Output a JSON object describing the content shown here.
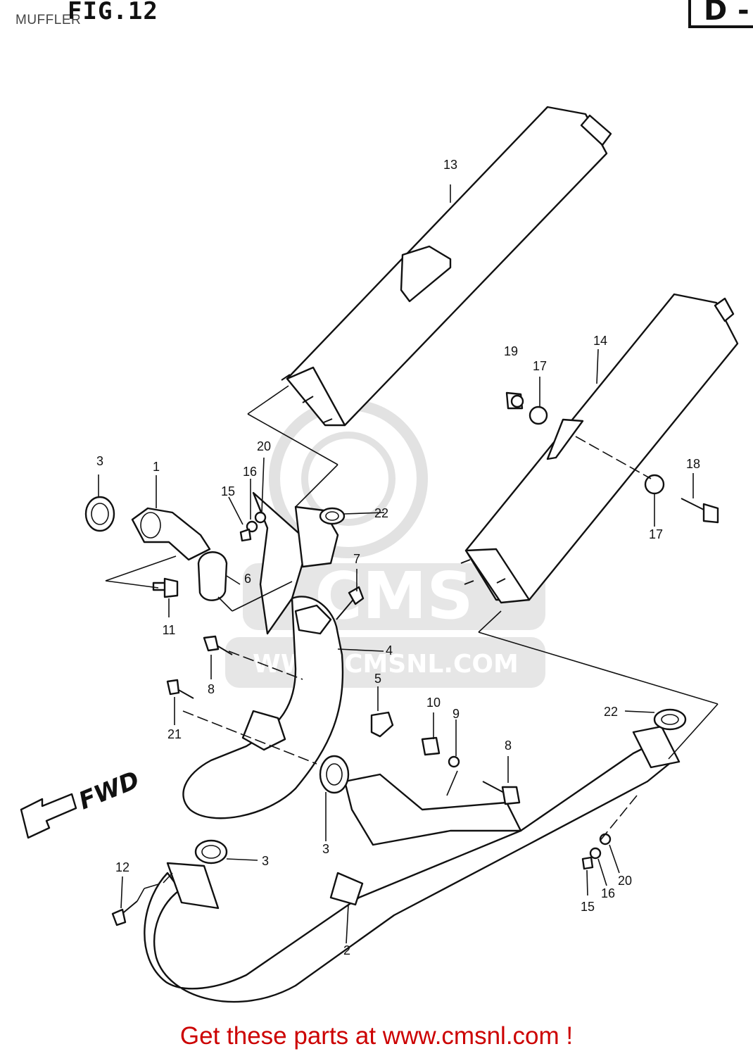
{
  "header": {
    "page_label": "MUFFLER",
    "figure_title": "FIG.12",
    "section_letter": "D",
    "section_dash": "-"
  },
  "diagram": {
    "fwd_label": "FWD",
    "watermark": {
      "brand": "CMS",
      "url": "WWW.CMSNL.COM"
    },
    "callouts": {
      "c1": "1",
      "c2": "2",
      "c3a": "3",
      "c3b": "3",
      "c3c": "3",
      "c4": "4",
      "c5": "5",
      "c6": "6",
      "c7": "7",
      "c8a": "8",
      "c8b": "8",
      "c9": "9",
      "c10": "10",
      "c11": "11",
      "c12": "12",
      "c13": "13",
      "c14": "14",
      "c15a": "15",
      "c15b": "15",
      "c16a": "16",
      "c16b": "16",
      "c17a": "17",
      "c17b": "17",
      "c18": "18",
      "c19": "19",
      "c20a": "20",
      "c20b": "20",
      "c21": "21",
      "c22a": "22",
      "c22b": "22"
    }
  },
  "footer": {
    "text": "Get these parts at www.cmsnl.com !"
  },
  "colors": {
    "ink": "#111111",
    "watermark": "#dcdcdc",
    "footer": "#cc0000"
  }
}
